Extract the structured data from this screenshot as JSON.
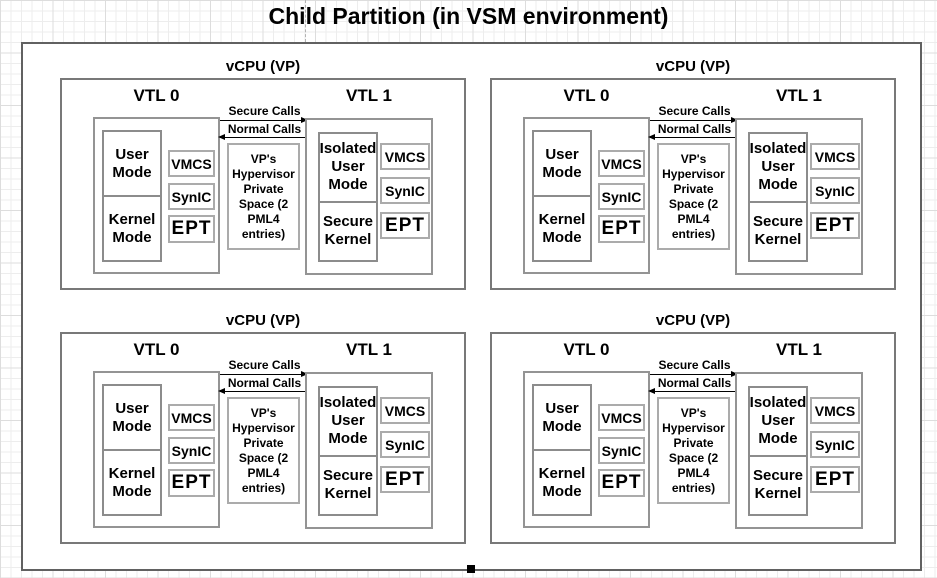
{
  "page": {
    "title": "Child Partition (in VSM environment)"
  },
  "vcpu": {
    "title": "vCPU (VP)",
    "vtl0": {
      "label": "VTL 0",
      "modes": [
        "User Mode",
        "Kernel Mode"
      ],
      "side_boxes": [
        "VMCS",
        "SynIC",
        "EPT"
      ]
    },
    "vtl1": {
      "label": "VTL 1",
      "modes": [
        "Isolated User Mode",
        "Secure Kernel"
      ],
      "side_boxes": [
        "VMCS",
        "SynIC",
        "EPT"
      ]
    },
    "calls": {
      "secure": "Secure Calls",
      "normal": "Normal Calls"
    },
    "vp_space": "VP's Hypervisor Private Space (2 PML4 entries)"
  },
  "block_count": 4,
  "colors": {
    "outer_border": "#616161",
    "vcpu_border": "#787878",
    "container_border": "#949494",
    "small_box_border": "#ababab",
    "text": "#000000",
    "grid_line": "#ededed",
    "handle": "#000000"
  }
}
